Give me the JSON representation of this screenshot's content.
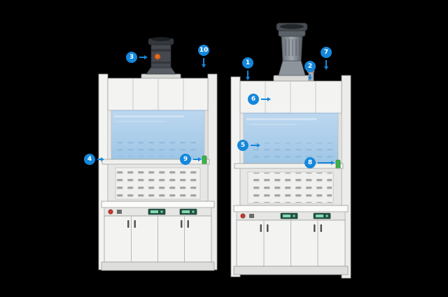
{
  "colors": {
    "background": "#000000",
    "callout_blue": "#1487dc",
    "panel": "#f3f3f1",
    "sash_glass": "#a9cde9",
    "handle_green": "#3fb04a",
    "blower_dark": "#45494f"
  },
  "callouts": [
    {
      "num": "1",
      "dir": "down"
    },
    {
      "num": "2",
      "dir": "down"
    },
    {
      "num": "3",
      "dir": "right"
    },
    {
      "num": "4",
      "dir": "right"
    },
    {
      "num": "5",
      "dir": "right"
    },
    {
      "num": "6",
      "dir": "right"
    },
    {
      "num": "7",
      "dir": "down"
    },
    {
      "num": "8",
      "dir": "right"
    },
    {
      "num": "9",
      "dir": "right"
    },
    {
      "num": "10",
      "dir": "down"
    }
  ]
}
